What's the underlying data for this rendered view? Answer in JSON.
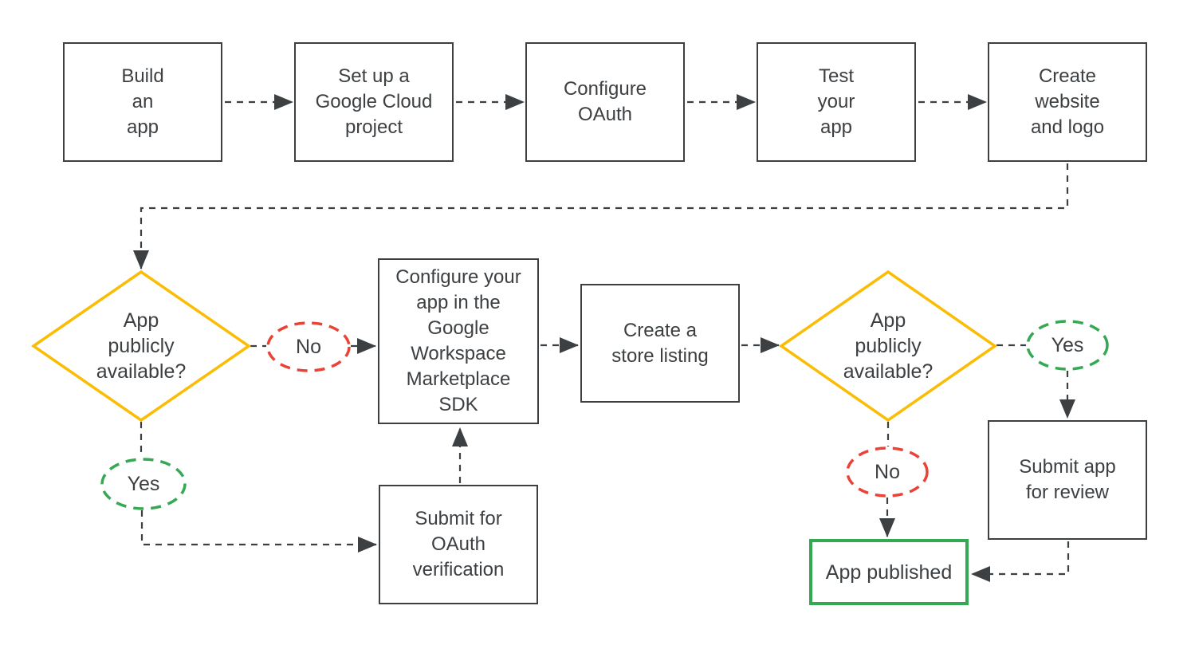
{
  "colors": {
    "outline": "#3C4043",
    "text": "#3C4043",
    "decision_border": "#FBBC04",
    "yes_border": "#34A853",
    "no_border": "#EA4335",
    "published_border": "#34A853",
    "background": "#FFFFFF",
    "node_fill": "#FFFFFF"
  },
  "nodes": {
    "build_app": "Build\nan\napp",
    "setup_project": "Set up a\nGoogle Cloud\nproject",
    "configure_oauth": "Configure\nOAuth",
    "test_app": "Test\nyour\napp",
    "create_website": "Create\nwebsite\nand logo",
    "decision_1": "App\npublicly\navailable?",
    "marketplace_sdk": "Configure your\napp in the\nGoogle\nWorkspace\nMarketplace\nSDK",
    "store_listing": "Create a\nstore listing",
    "oauth_verification": "Submit for\nOAuth\nverification",
    "decision_2": "App\npublicly\navailable?",
    "submit_review": "Submit app\nfor review",
    "app_published": "App published"
  },
  "badges": {
    "no_1": "No",
    "yes_1": "Yes",
    "yes_2": "Yes",
    "no_2": "No"
  }
}
